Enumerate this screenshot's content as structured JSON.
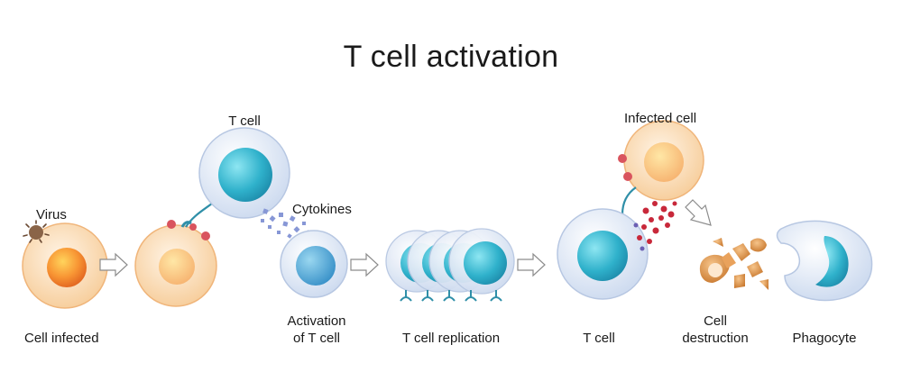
{
  "diagram": {
    "title": "T cell activation",
    "labels": {
      "virus": "Virus",
      "t_cell_top": "T cell",
      "cytokines": "Cytokines",
      "infected_cell": "Infected cell",
      "cell_infected": "Cell infected",
      "activation_line1": "Activation",
      "activation_line2": "of T cell",
      "t_cell_replication": "T cell replication",
      "t_cell_bottom": "T cell",
      "cell_destruction_line1": "Cell",
      "cell_destruction_line2": "destruction",
      "phagocyte": "Phagocyte"
    },
    "colors": {
      "infected_core": "#f4923a",
      "infected_body": "#fde3c4",
      "t_cell_body": "#e8eef8",
      "t_cell_core": "#3fb6cc",
      "receptor": "#2f8fa8",
      "antigen": "#d9545e",
      "cytokine": "#7e93d4",
      "arrow": "#ffffff",
      "debris": "#d98a3c"
    }
  }
}
